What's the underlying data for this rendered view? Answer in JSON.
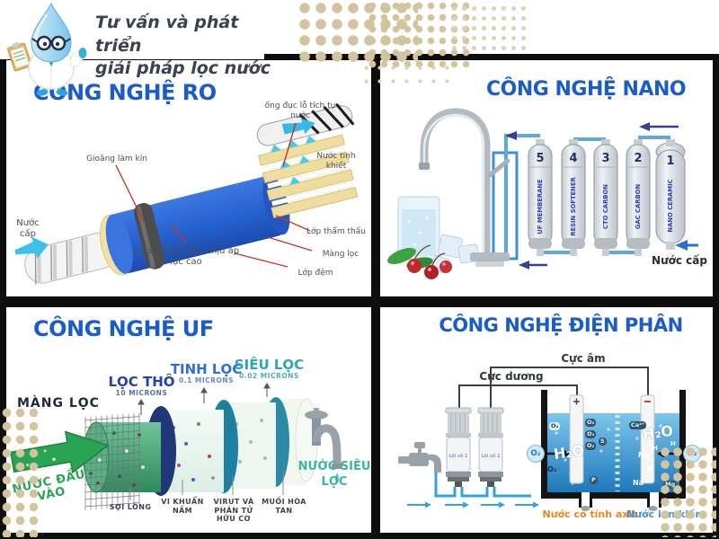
{
  "header": {
    "slogan_line1": "Tư vấn và phát triển",
    "slogan_line2": "giải pháp lọc nước"
  },
  "colors": {
    "title_blue": "#1a5cc8",
    "arrow_green": "#2aa353",
    "output_teal": "#3cb49e",
    "acid_orange": "#e8871c",
    "alkaline_blue": "#3f8fdc",
    "dot_beige": "#d2c49e"
  },
  "panels": {
    "ro": {
      "title": "CÔNG NGHỆ RO",
      "labels": {
        "perforated_tube": "ống đục lỗ tích tụ nước",
        "seal": "Gioăng làm kín",
        "pure_water": "Nước tinh khiết",
        "feed_water": "Nước cấp",
        "shell": "Vỏ sợi thủy tinh chịu áp lực cao",
        "osmosis_layer": "Lớp thẩm thấu",
        "membrane": "Màng lọc",
        "cushion": "Lớp đệm"
      }
    },
    "nano": {
      "title": "CÔNG NGHỆ NANO",
      "feed_water": "Nước cấp",
      "cartridges": [
        {
          "num": "5",
          "label": "UF MEMBERANE"
        },
        {
          "num": "4",
          "label": "RESIN SOFTENER"
        },
        {
          "num": "3",
          "label": "CTO CARBON"
        },
        {
          "num": "2",
          "label": "GAC CARBON"
        },
        {
          "num": "1",
          "label": "NANO CERAMIC"
        }
      ]
    },
    "uf": {
      "title": "CÔNG NGHỆ UF",
      "membrane_label": "MÀNG LỌC",
      "stages": [
        {
          "name": "LỌC THÔ",
          "size": "10 MICRONS"
        },
        {
          "name": "TINH LỌC",
          "size": "0.1 MICRONS"
        },
        {
          "name": "SIÊU LỌC",
          "size": "0.02 MICRONS"
        }
      ],
      "input": "NƯỚC ĐẦU VÀO",
      "output": "NƯỚC SIÊU LỌC",
      "particles": [
        "SỢI LÔNG",
        "VI KHUẨN NẤM",
        "VIRUT VÀ PHÂN TỬ HỮU CƠ",
        "MUỐI HÒA TAN"
      ]
    },
    "dp": {
      "title": "CÔNG NGHỆ ĐIỆN PHÂN",
      "cathode": "Cực âm",
      "anode": "Cực dương",
      "cartridge1": "Lõi số 1",
      "cartridge2": "Lõi số 2",
      "gas_left": "O₂",
      "gas_right": "H₂",
      "left_ions": {
        "o2": "O₂",
        "o2b": "O₂",
        "o2c": "O₂",
        "o2d": "O₂",
        "s": "S",
        "h2o": "H₂O",
        "o3": "O₃",
        "p": "P"
      },
      "right_ions": {
        "ca": "Ca²⁺",
        "h2o": "H₂O",
        "h1": "H",
        "h2": "H",
        "mg1": "Mg",
        "k": "K",
        "na": "Na",
        "mg2": "Mg"
      },
      "acid": "Nước có tính axit",
      "alkaline": "Nước ion kiềm"
    }
  }
}
